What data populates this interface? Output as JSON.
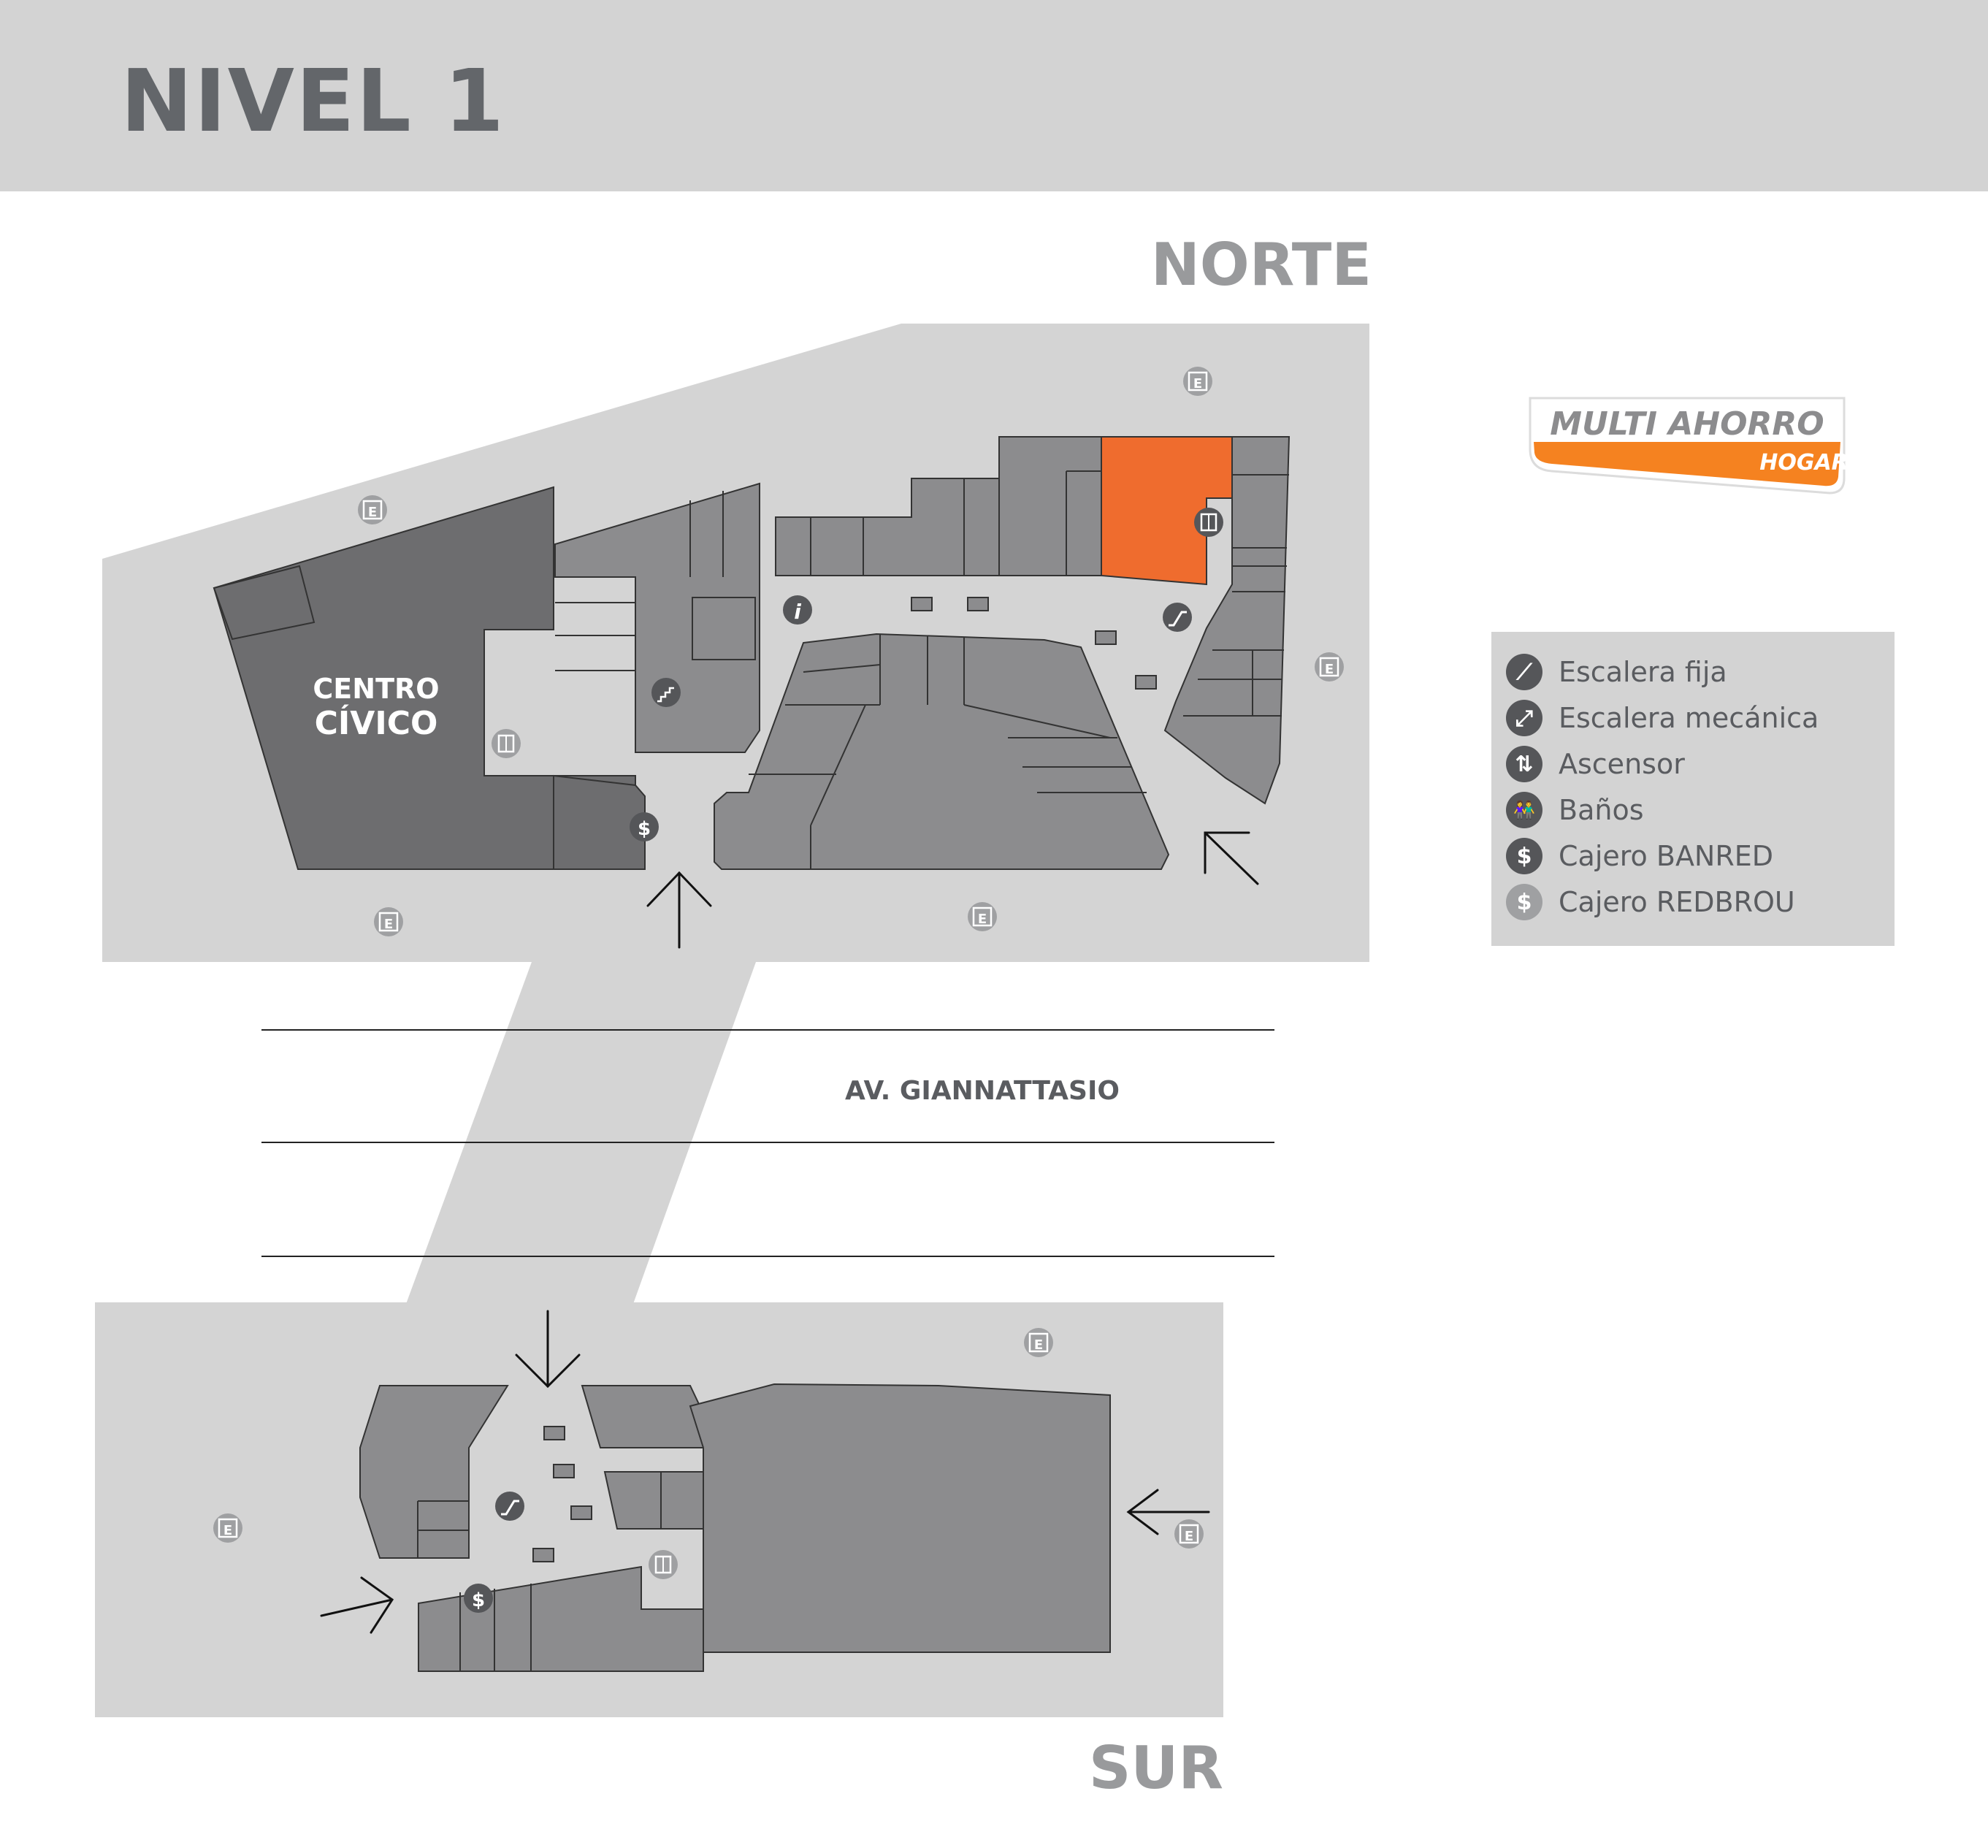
{
  "title": "NIVEL 1",
  "compass": {
    "north": "NORTE",
    "south": "SUR"
  },
  "labels": {
    "centro_line1": "CENTRO",
    "centro_line2": "CÍVICO",
    "street": "AV. GIANNATTASIO"
  },
  "map_icons": {
    "exit": "E",
    "atm": "$",
    "info": "i"
  },
  "logo": {
    "line1": "MULTI AHORRO",
    "line2": "HOGAR"
  },
  "legend": [
    {
      "icon": "stairs-icon",
      "symbol": "⟋",
      "label": "Escalera fija"
    },
    {
      "icon": "escalator-icon",
      "symbol": "⤢",
      "label": "Escalera mecánica"
    },
    {
      "icon": "elevator-icon",
      "symbol": "⇅",
      "label": "Ascensor"
    },
    {
      "icon": "restroom-icon",
      "symbol": "👫",
      "label": "Baños"
    },
    {
      "icon": "atm-banred-icon",
      "symbol": "$",
      "label": "Cajero BANRED"
    },
    {
      "icon": "atm-redbrou-icon",
      "symbol": "$",
      "label": "Cajero REDBROU"
    }
  ],
  "colors": {
    "header": "#d3d3d3",
    "area": "#d4d4d4",
    "store": "#8c8c8e",
    "store_dark": "#6d6d6f",
    "highlight": "#ef6c2e",
    "icon": "#555659",
    "text_gray": "#63666a"
  }
}
